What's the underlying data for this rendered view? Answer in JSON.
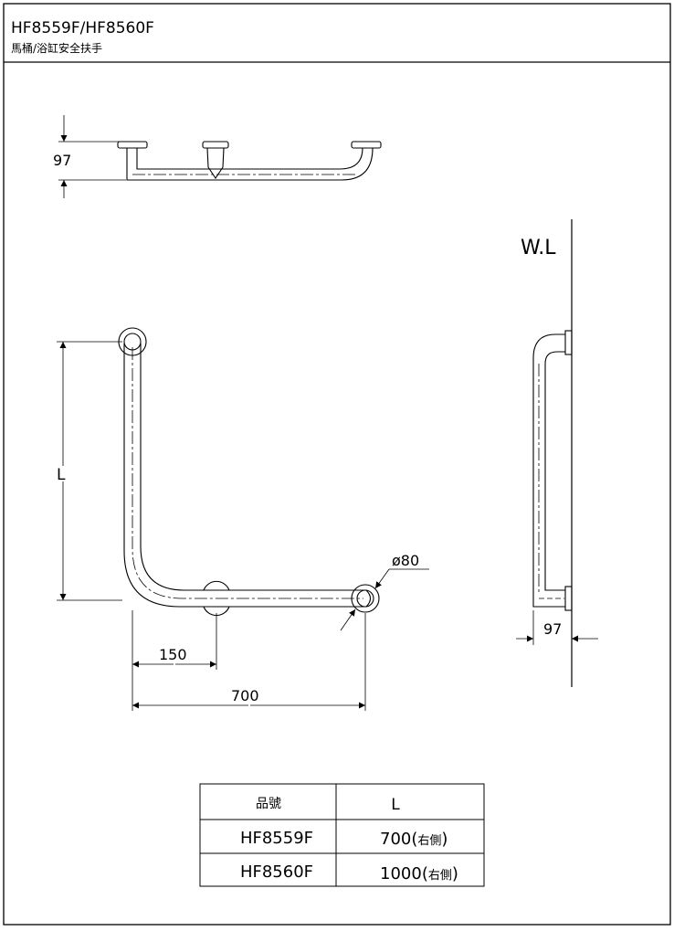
{
  "header": {
    "model_title": "HF8559F/HF8560F",
    "product_name": "馬桶/浴缸安全扶手"
  },
  "drawing": {
    "dim_top_depth": "97",
    "dim_side_depth": "97",
    "dim_height": "L",
    "dim_diameter": "ø80",
    "dim_offset": "150",
    "dim_length": "700",
    "wall_label": "W.L"
  },
  "spec_table": {
    "col_model": "品號",
    "col_length": "L",
    "rows": [
      {
        "model": "HF8559F",
        "length": "700",
        "side": "右側"
      },
      {
        "model": "HF8560F",
        "length": "1000",
        "side": "右側"
      }
    ]
  },
  "colors": {
    "line": "#000000",
    "background": "#ffffff"
  }
}
